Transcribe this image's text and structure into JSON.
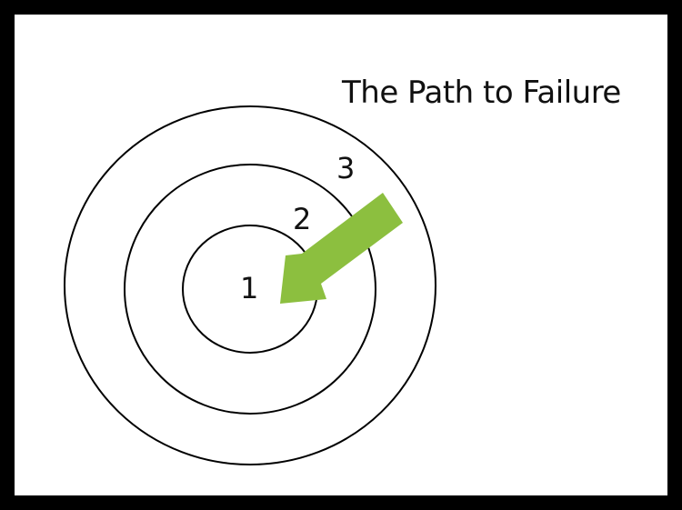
{
  "slide": {
    "title": "The Path to Failure",
    "rings": [
      {
        "label": "1"
      },
      {
        "label": "2"
      },
      {
        "label": "3"
      }
    ],
    "arrow_color": "#8cbf3f",
    "ring_stroke_color": "#000000",
    "background_color": "#ffffff",
    "frame_color": "#000000"
  }
}
